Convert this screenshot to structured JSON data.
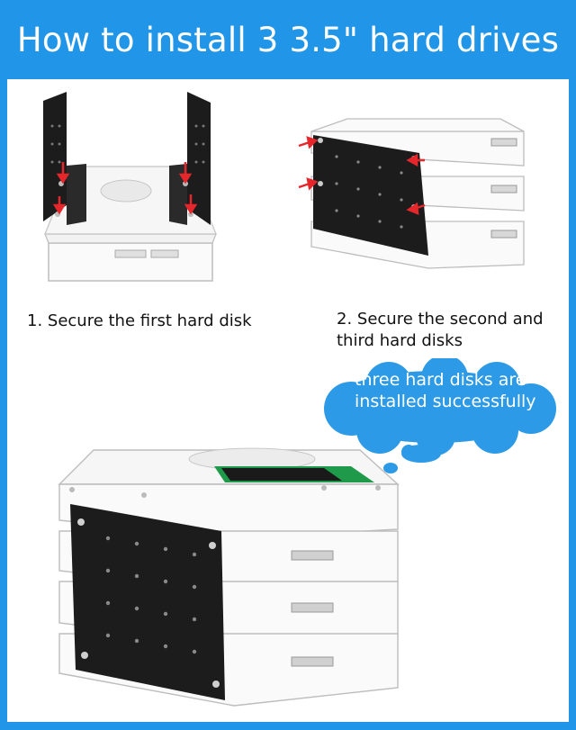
{
  "header": {
    "title": "How to install 3 3.5\" hard drives"
  },
  "steps": [
    {
      "label": "1.  Secure the first hard disk"
    },
    {
      "label_line1": "2.  Secure the second and",
      "label_line2": "third hard disks"
    }
  ],
  "callout": {
    "line1": "three hard disks are",
    "line2": "installed successfully"
  },
  "colors": {
    "frame": "#2196e8",
    "bracket": "#1c1c1c",
    "arrow": "#e5262b",
    "cloud": "#2c9ae6",
    "label_green": "#1f9a4a"
  }
}
